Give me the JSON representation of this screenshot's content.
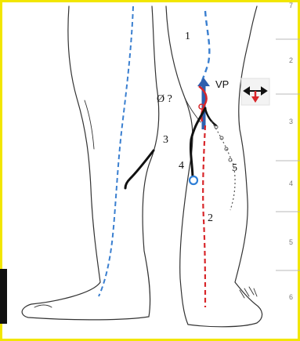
{
  "labels": {
    "vessel_1": "1",
    "vessel_2": "2",
    "vessel_3": "3",
    "vessel_4": "4",
    "vessel_5": "5",
    "vp": "VP",
    "diameter": "Ø ?"
  },
  "scale_marks": [
    "2",
    "3",
    "4",
    "5",
    "6",
    "7"
  ],
  "colors": {
    "frame": "#f2e600",
    "outline": "#333333",
    "great_saphenous": "#3a7fd0",
    "small_saphenous": "#d8262a",
    "perforator_blue": "#2f5fae",
    "black_vein": "#111111",
    "scale": "#b0b0b0"
  },
  "icons": {
    "direction": "left-right-arrow-icon",
    "down": "down-arrow-icon"
  }
}
